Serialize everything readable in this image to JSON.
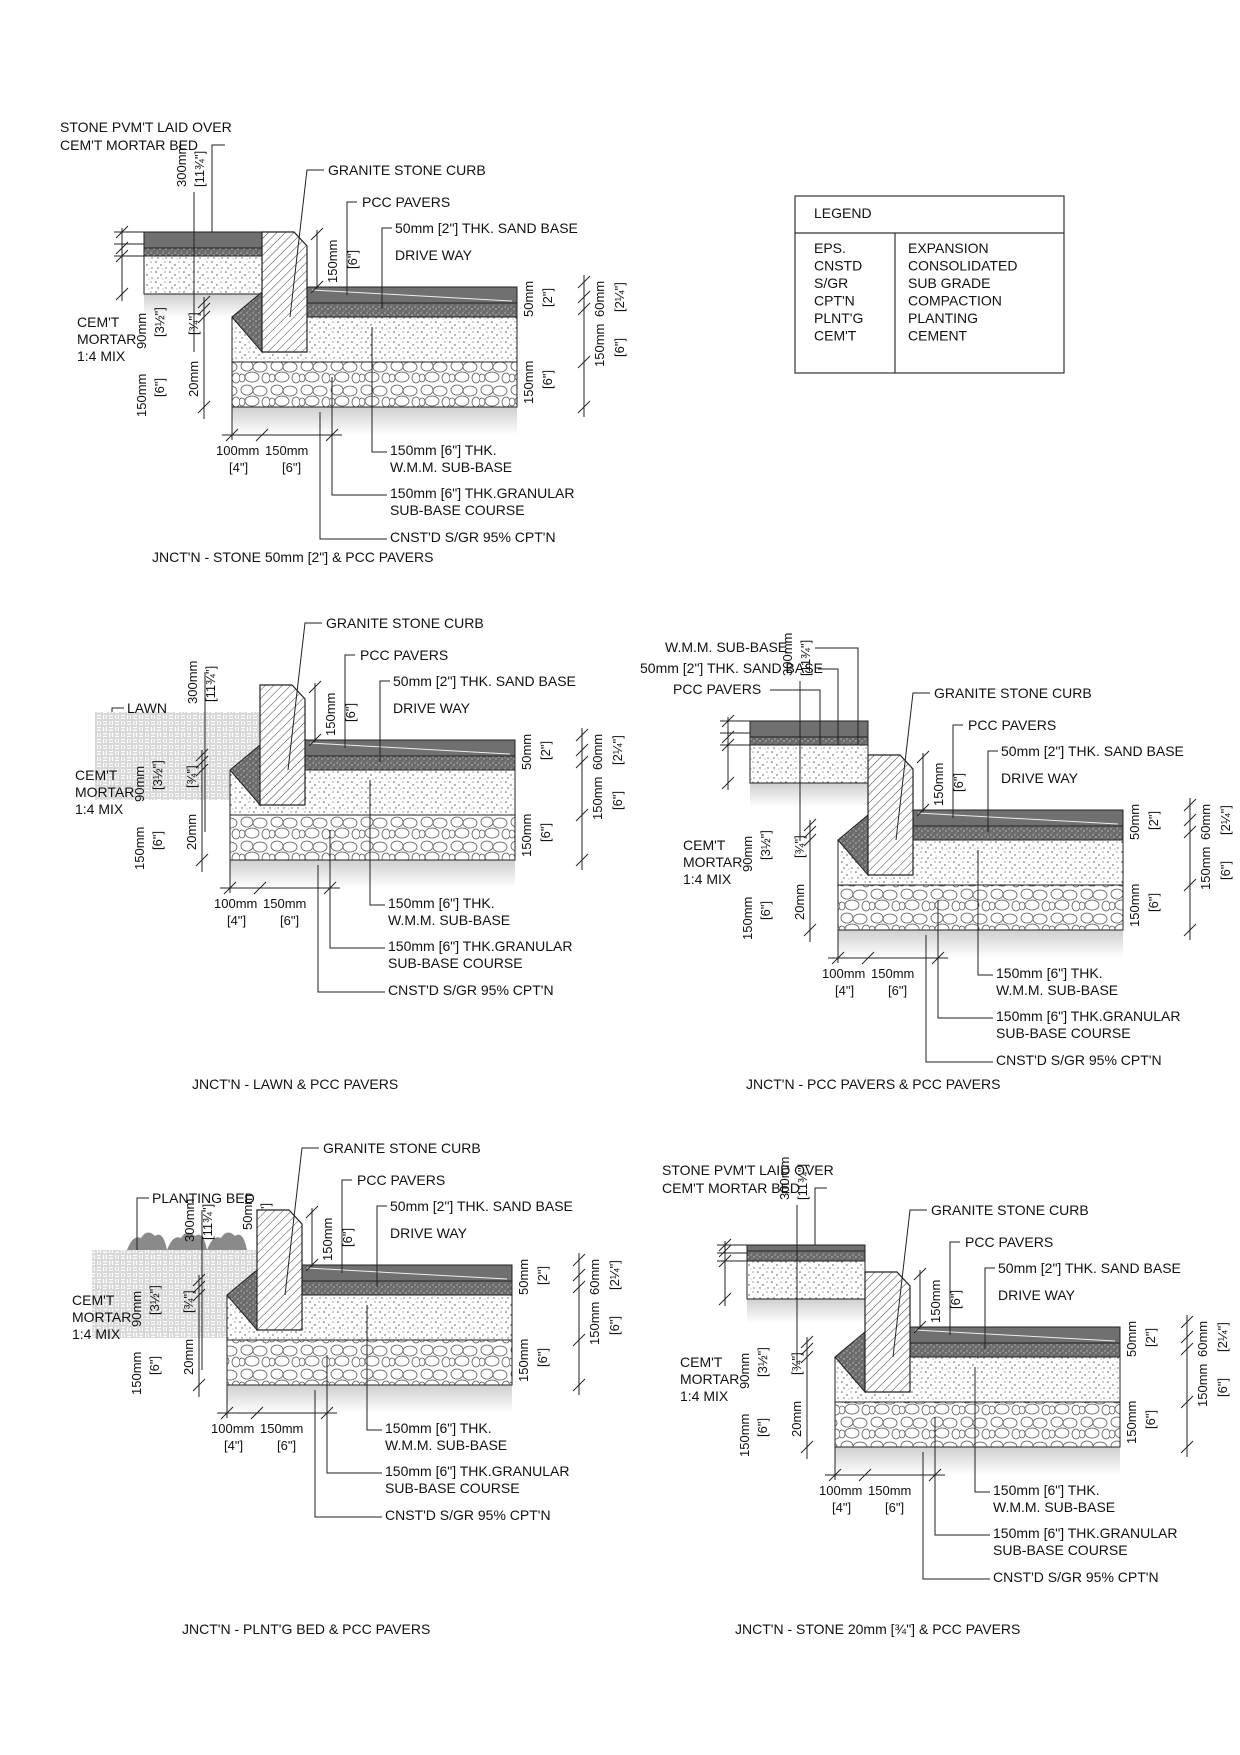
{
  "legend": {
    "title": "LEGEND",
    "rows": [
      {
        "abbr": "EPS.",
        "meaning": "EXPANSION"
      },
      {
        "abbr": "CNSTD",
        "meaning": "CONSOLIDATED"
      },
      {
        "abbr": "S/GR",
        "meaning": "SUB GRADE"
      },
      {
        "abbr": "CPT'N",
        "meaning": "COMPACTION"
      },
      {
        "abbr": "PLNT'G",
        "meaning": "PLANTING"
      },
      {
        "abbr": "CEM'T",
        "meaning": "CEMENT"
      }
    ]
  },
  "common": {
    "curb": "GRANITE STONE CURB",
    "pavers": "PCC PAVERS",
    "sand": "50mm [2\"] THK. SAND BASE",
    "driveway": "DRIVE WAY",
    "wmm1": "150mm [6\"] THK.",
    "wmm2": "W.M.M. SUB-BASE",
    "gran1": "150mm [6\"] THK.GRANULAR",
    "gran2": "SUB-BASE COURSE",
    "subgrade": "CNST'D S/GR 95% CPT'N",
    "mortar": [
      "CEM'T",
      "MORTAR",
      "1:4 MIX"
    ],
    "dims": {
      "d150": "150mm",
      "d6": "[6\"]",
      "d50": "50mm",
      "d2": "[2\"]",
      "d60": "60mm",
      "d2q": "[2¼\"]",
      "d100": "100mm",
      "d4": "[4\"]",
      "d90": "90mm",
      "d3h": "[3½\"]",
      "d20": "20mm",
      "d3q": "[¾\"]",
      "d300": "300mm",
      "d11": "[11¾\"]"
    }
  },
  "details": [
    {
      "id": "stone50",
      "caption": "JNCT'N - STONE 50mm [2\"] & PCC PAVERS",
      "left_label": [
        "STONE PVM'T LAID OVER",
        "CEM'T MORTAR BED"
      ]
    },
    {
      "id": "legend"
    },
    {
      "id": "lawn",
      "caption": "JNCT'N - LAWN & PCC PAVERS",
      "left_label": [
        "LAWN"
      ]
    },
    {
      "id": "pcc",
      "caption": "JNCT'N - PCC PAVERS & PCC PAVERS",
      "left_label": [
        "W.M.M. SUB-BASE",
        "50mm [2\"] THK. SAND BASE",
        "PCC PAVERS"
      ]
    },
    {
      "id": "planting",
      "caption": "JNCT'N - PLNT'G BED & PCC PAVERS",
      "left_label": [
        "PLANTING BED"
      ]
    },
    {
      "id": "stone20",
      "caption": "JNCT'N - STONE 20mm [¾\"] & PCC PAVERS",
      "left_label": [
        "STONE PVM'T LAID OVER",
        "CEM'T MORTAR BED"
      ]
    }
  ]
}
